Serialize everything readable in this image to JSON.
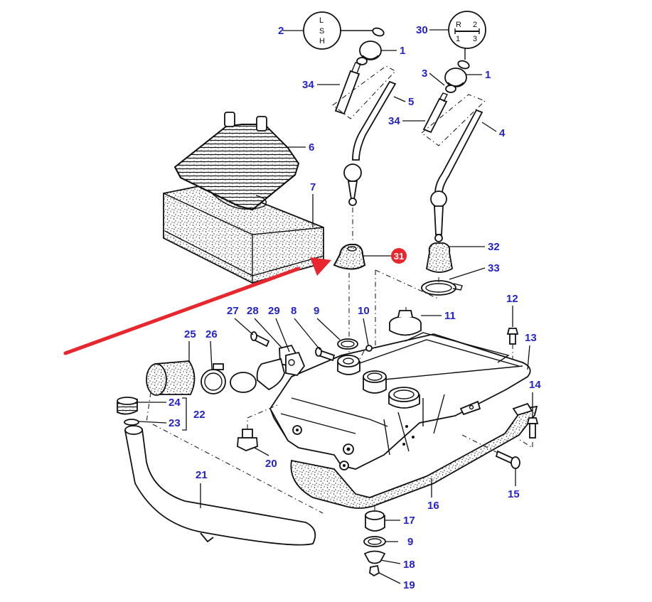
{
  "diagram": {
    "title": "Gear lever housing assembly – exploded parts view",
    "callout_color": "#2323c8",
    "highlight_color": "#e8262d",
    "arrow_color": "#e8262d",
    "highlighted_part": "31",
    "knob_range_lever": {
      "part": "2",
      "text": [
        "L",
        "S",
        "H"
      ]
    },
    "knob_gear_lever": {
      "part": "30",
      "top_left": "R",
      "top_right": "2",
      "bottom_left": "1",
      "bottom_right": "3"
    },
    "callouts": [
      {
        "id": "c2",
        "label": "2"
      },
      {
        "id": "c1a",
        "label": "1"
      },
      {
        "id": "c34a",
        "label": "34"
      },
      {
        "id": "c5",
        "label": "5"
      },
      {
        "id": "c30",
        "label": "30"
      },
      {
        "id": "c3",
        "label": "3"
      },
      {
        "id": "c1b",
        "label": "1"
      },
      {
        "id": "c34b",
        "label": "34"
      },
      {
        "id": "c4",
        "label": "4"
      },
      {
        "id": "c6",
        "label": "6"
      },
      {
        "id": "c7",
        "label": "7"
      },
      {
        "id": "c31",
        "label": "31"
      },
      {
        "id": "c32",
        "label": "32"
      },
      {
        "id": "c33",
        "label": "33"
      },
      {
        "id": "c27",
        "label": "27"
      },
      {
        "id": "c28",
        "label": "28"
      },
      {
        "id": "c29",
        "label": "29"
      },
      {
        "id": "c8",
        "label": "8"
      },
      {
        "id": "c9a",
        "label": "9"
      },
      {
        "id": "c10",
        "label": "10"
      },
      {
        "id": "c11",
        "label": "11"
      },
      {
        "id": "c12",
        "label": "12"
      },
      {
        "id": "c13",
        "label": "13"
      },
      {
        "id": "c14",
        "label": "14"
      },
      {
        "id": "c25",
        "label": "25"
      },
      {
        "id": "c26",
        "label": "26"
      },
      {
        "id": "c24",
        "label": "24"
      },
      {
        "id": "c22",
        "label": "22"
      },
      {
        "id": "c23",
        "label": "23"
      },
      {
        "id": "c20",
        "label": "20"
      },
      {
        "id": "c21",
        "label": "21"
      },
      {
        "id": "c16",
        "label": "16"
      },
      {
        "id": "c15",
        "label": "15"
      },
      {
        "id": "c17",
        "label": "17"
      },
      {
        "id": "c9b",
        "label": "9"
      },
      {
        "id": "c18",
        "label": "18"
      },
      {
        "id": "c19",
        "label": "19"
      }
    ]
  }
}
